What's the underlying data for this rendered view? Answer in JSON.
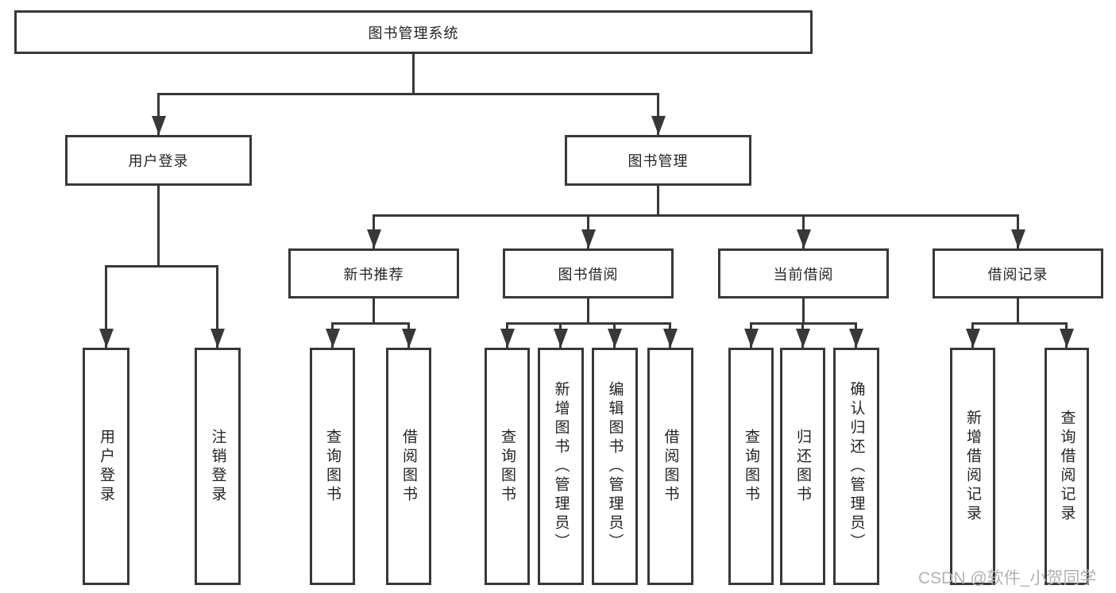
{
  "diagram": {
    "title": "图书管理系统",
    "tree": {
      "label": "图书管理系统",
      "children": [
        {
          "label": "用户登录",
          "children": [
            {
              "label": "用户登录"
            },
            {
              "label": "注销登录"
            }
          ]
        },
        {
          "label": "图书管理",
          "children": [
            {
              "label": "新书推荐",
              "children": [
                {
                  "label": "查询图书"
                },
                {
                  "label": "借阅图书"
                }
              ]
            },
            {
              "label": "图书借阅",
              "children": [
                {
                  "label": "查询图书"
                },
                {
                  "label": "新增图书（管理员）"
                },
                {
                  "label": "编辑图书（管理员）"
                },
                {
                  "label": "借阅图书"
                }
              ]
            },
            {
              "label": "当前借阅",
              "children": [
                {
                  "label": "查询图书"
                },
                {
                  "label": "归还图书"
                },
                {
                  "label": "确认归还（管理员）"
                }
              ]
            },
            {
              "label": "借阅记录",
              "children": [
                {
                  "label": "新增借阅记录"
                },
                {
                  "label": "查询借阅记录"
                }
              ]
            }
          ]
        }
      ]
    },
    "watermark": "CSDN @软件_小贺同学",
    "colors": {
      "line": "#383838",
      "box_border": "#383838",
      "text": "#242424",
      "watermark": "#b2b2b2",
      "background": "#ffffff"
    }
  }
}
